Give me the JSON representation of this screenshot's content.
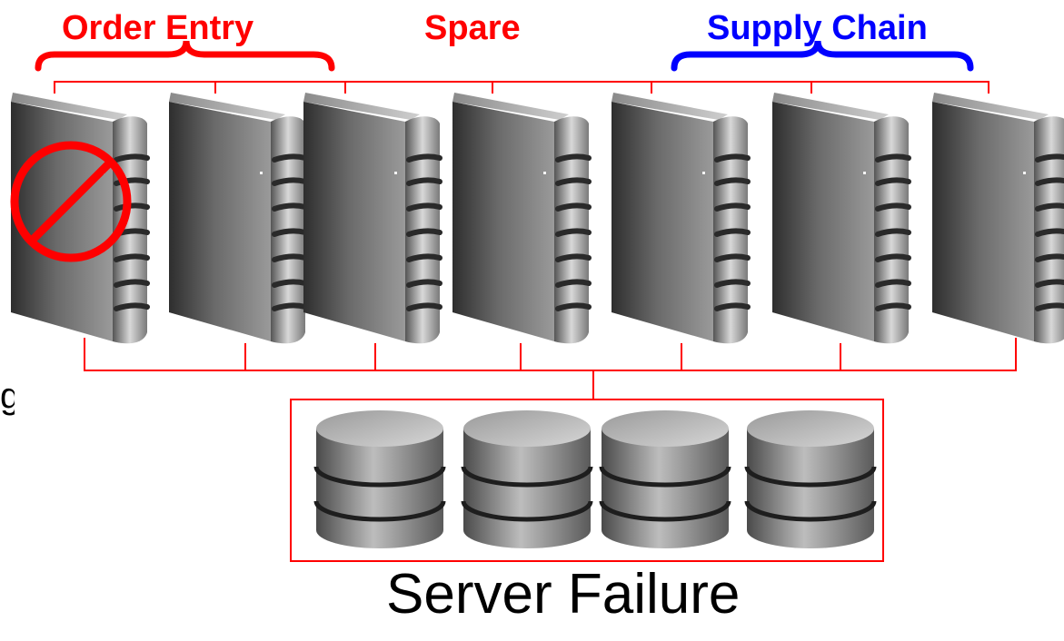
{
  "groups": {
    "order_entry": {
      "label": "Order Entry",
      "color": "#ff0000"
    },
    "spare": {
      "label": "Spare",
      "color": "#ff0000"
    },
    "supply_chain": {
      "label": "Supply Chain",
      "color": "#0000ff"
    }
  },
  "servers": [
    {
      "id": 1,
      "group": "order_entry",
      "failed": true
    },
    {
      "id": 2,
      "group": "order_entry",
      "failed": false
    },
    {
      "id": 3,
      "group": "order_entry",
      "failed": false
    },
    {
      "id": 4,
      "group": "spare",
      "failed": false
    },
    {
      "id": 5,
      "group": "supply_chain",
      "failed": false
    },
    {
      "id": 6,
      "group": "supply_chain",
      "failed": false
    },
    {
      "id": 7,
      "group": "supply_chain",
      "failed": false
    }
  ],
  "storage": {
    "disk_count": 4
  },
  "caption": "Server Failure",
  "clipped_text": "g",
  "icons": {
    "server": "server-tower-icon",
    "disk": "database-disk-icon",
    "failure": "prohibited-icon"
  },
  "colors": {
    "network_line": "#ff0000",
    "failure_mark": "#ff0000"
  }
}
